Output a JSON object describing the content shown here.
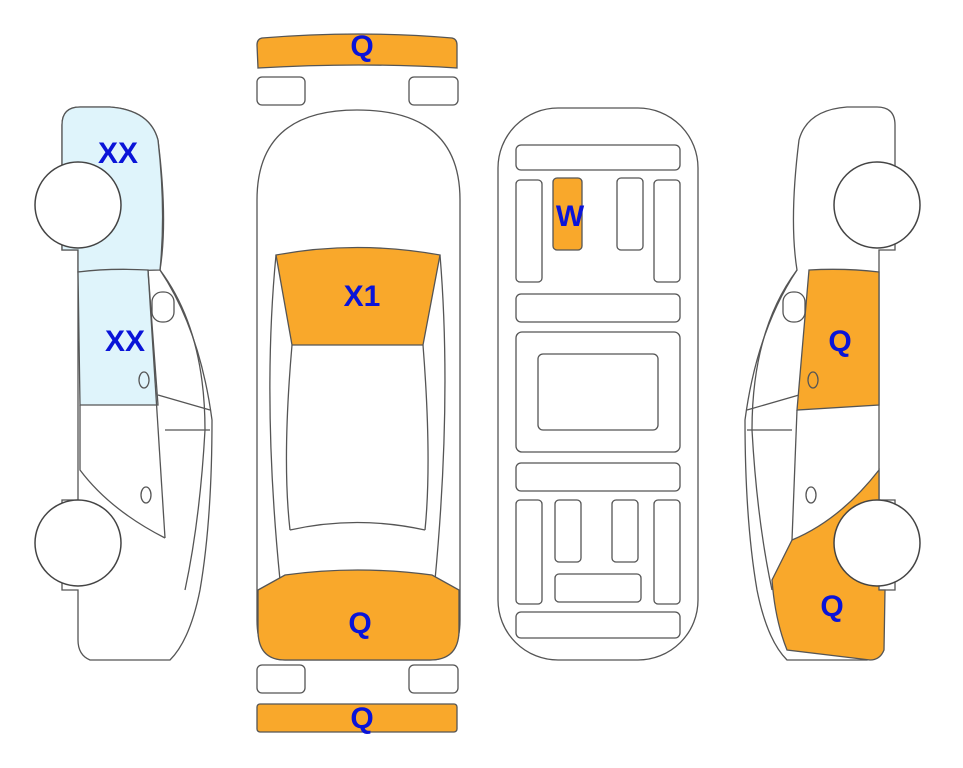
{
  "colors": {
    "damage_orange": "#f9a82b",
    "damage_blue": "#dff4fb",
    "label_blue": "#0a14d8"
  },
  "labels": {
    "front_bumper": "Q",
    "left_front_fender": "XX",
    "left_front_door": "XX",
    "windshield": "X1",
    "underbody": "W",
    "right_rear_door": "Q",
    "rear_top": "Q",
    "right_rear_quarter": "Q",
    "rear_bumper": "Q"
  }
}
